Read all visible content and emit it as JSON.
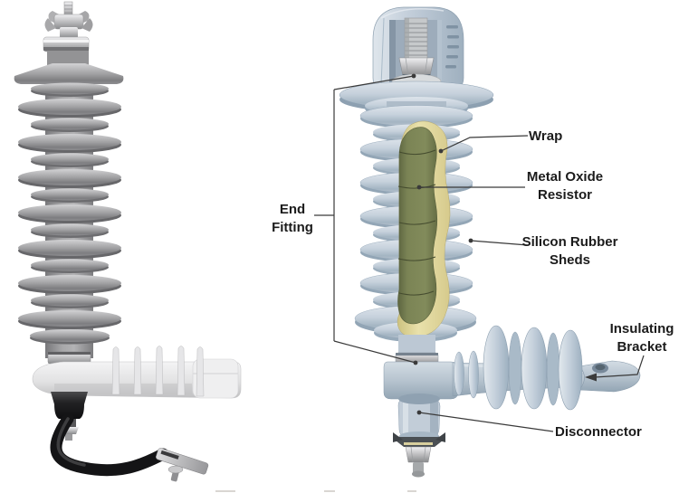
{
  "diagram": {
    "description_labels": {
      "end_fitting_line1": "End",
      "end_fitting_line2": "Fitting",
      "wrap": "Wrap",
      "mov_line1": "Metal Oxide",
      "mov_line2": "Resistor",
      "sheds_line1": "Silicon Rubber",
      "sheds_line2": "Sheds",
      "bracket_line1": "Insulating",
      "bracket_line2": "Bracket",
      "disconnector": "Disconnector"
    },
    "colors": {
      "label_text": "#1b1b1b",
      "leader_line": "#3a3a3a",
      "shed_blue": "#c6d1dc",
      "shed_blue_shadow": "#93a6b6",
      "mov_green": "#7b8455",
      "wrap_cream": "#e9e1ab",
      "photo_gray": "#a2a2a4",
      "bracket_white": "#e9e9eb",
      "disconnector_black": "#1a1a1c",
      "background": "#ffffff"
    }
  }
}
